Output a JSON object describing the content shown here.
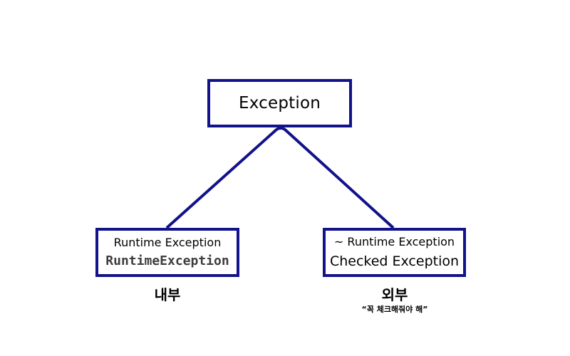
{
  "diagram": {
    "root": {
      "label": "Exception"
    },
    "left_child": {
      "top_text": "Runtime Exception",
      "code_text": "RuntimeException",
      "caption": "내부"
    },
    "right_child": {
      "top_text": "~ Runtime Exception",
      "main_text": "Checked Exception",
      "caption": "외부",
      "note": "“꼭 체크해줘야 해”"
    }
  },
  "colors": {
    "border": "#12128a",
    "connector": "#12128a",
    "code_text": "#3d3d3d"
  }
}
